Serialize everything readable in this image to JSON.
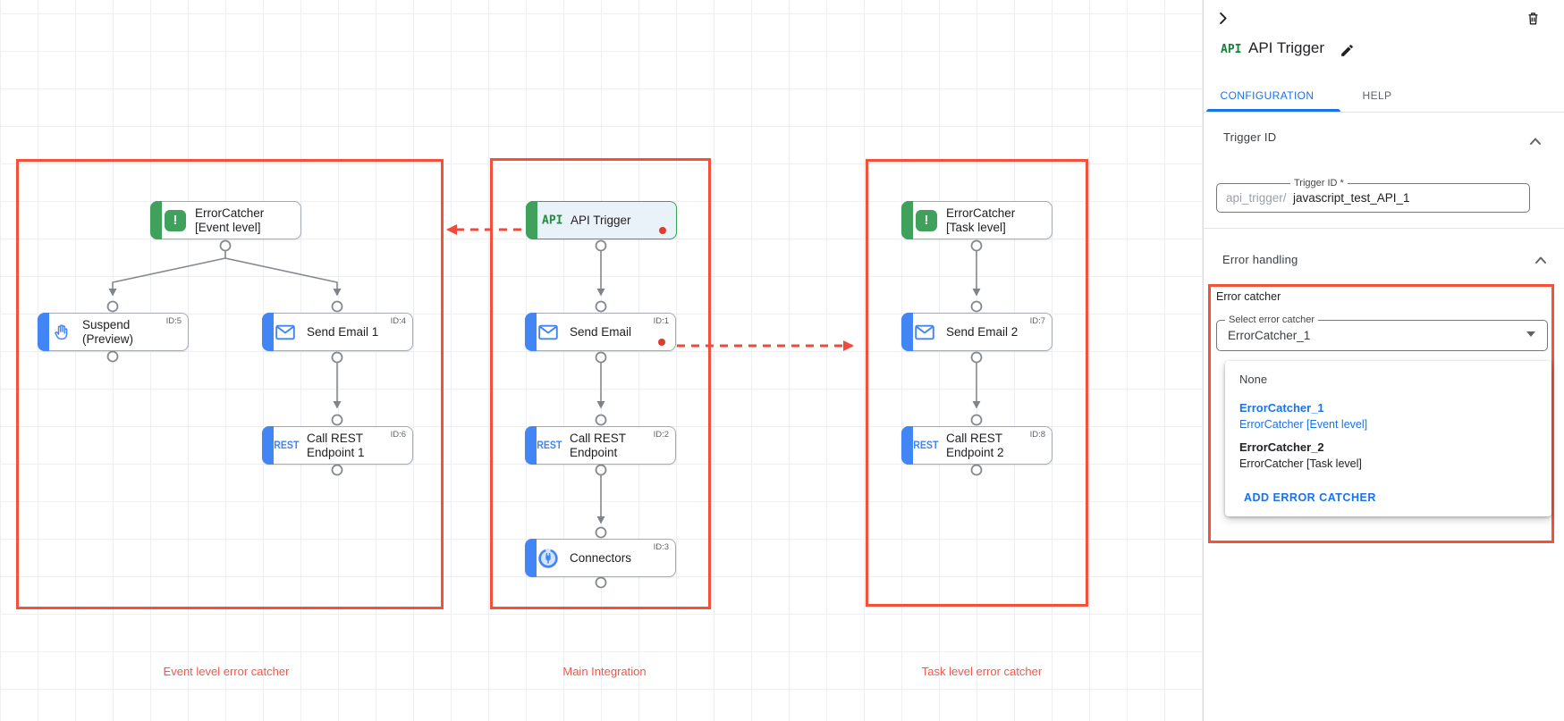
{
  "colors": {
    "annotation_red": "#f4503a",
    "task_blue": "#4285f4",
    "trigger_green": "#34a853",
    "link_blue": "#1a73e8",
    "edge_gray": "#85898e"
  },
  "icons": {
    "api_logo": "API",
    "rest_text": "REST",
    "error_glyph": "!"
  },
  "canvas": {
    "groups": [
      {
        "label": "Event level error catcher"
      },
      {
        "label": "Main Integration"
      },
      {
        "label": "Task level error catcher"
      }
    ],
    "nodes": [
      {
        "label": "ErrorCatcher [Event level]",
        "id": ""
      },
      {
        "label": "Suspend (Preview)",
        "id": "ID:5"
      },
      {
        "label": "Send Email 1",
        "id": "ID:4"
      },
      {
        "label": "Call REST Endpoint 1",
        "id": "ID:6"
      },
      {
        "label": "API Trigger",
        "id": ""
      },
      {
        "label": "Send Email",
        "id": "ID:1"
      },
      {
        "label": "Call REST Endpoint",
        "id": "ID:2"
      },
      {
        "label": "Connectors",
        "id": "ID:3"
      },
      {
        "label": "ErrorCatcher [Task level]",
        "id": ""
      },
      {
        "label": "Send Email 2",
        "id": "ID:7"
      },
      {
        "label": "Call REST Endpoint 2",
        "id": "ID:8"
      }
    ]
  },
  "panel": {
    "logo_text": "API",
    "title": "API Trigger",
    "tabs": [
      {
        "label": "CONFIGURATION"
      },
      {
        "label": "HELP"
      }
    ],
    "trigger_id": {
      "heading": "Trigger ID",
      "field_label": "Trigger ID *",
      "prefix": "api_trigger/",
      "value": "javascript_test_API_1"
    },
    "error_handling": {
      "heading": "Error handling",
      "group_label": "Error catcher",
      "select_label": "Select error catcher",
      "select_value": "ErrorCatcher_1",
      "options": [
        {
          "name": "None",
          "sub": ""
        },
        {
          "name": "ErrorCatcher_1",
          "sub": "ErrorCatcher [Event level]"
        },
        {
          "name": "ErrorCatcher_2",
          "sub": "ErrorCatcher [Task level]"
        }
      ],
      "add_button_label": "ADD ERROR CATCHER"
    }
  }
}
